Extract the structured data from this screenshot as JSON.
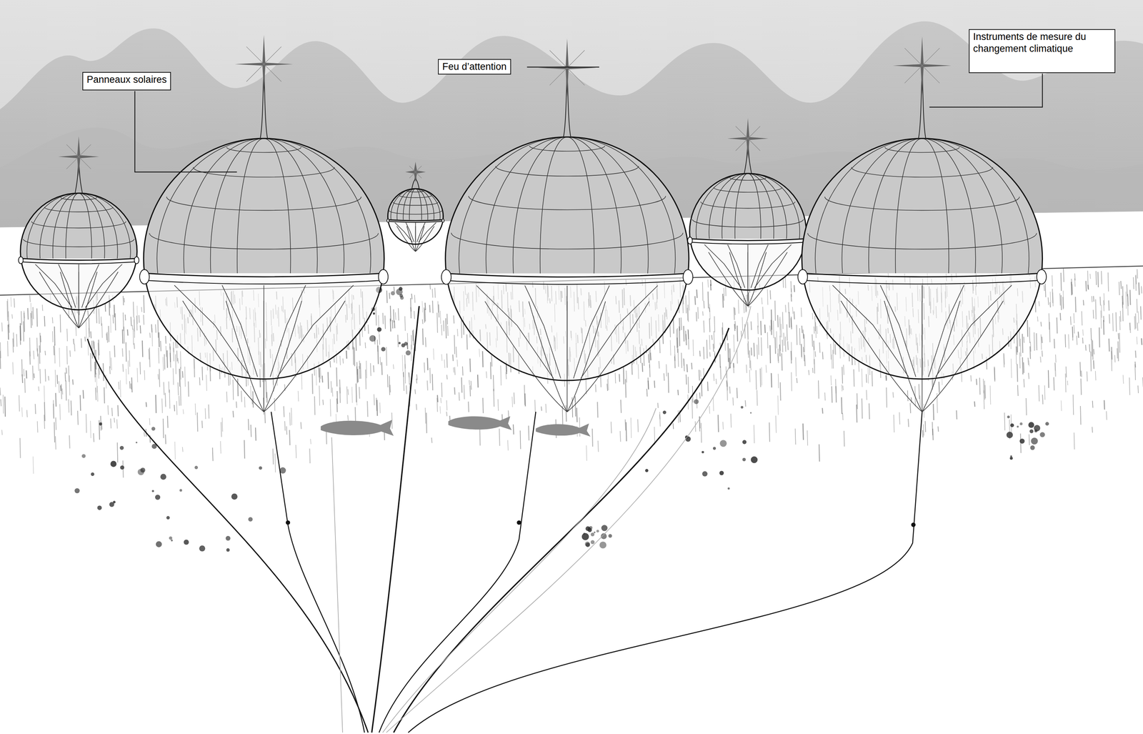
{
  "diagram": {
    "nodes": [
      {
        "text": [
          "Panneaux solaires"
        ]
      },
      {
        "text": [
          "Feu d’attention"
        ]
      },
      {
        "text": [
          "Instruments de mesure du changement climatique"
        ]
      }
    ]
  }
}
